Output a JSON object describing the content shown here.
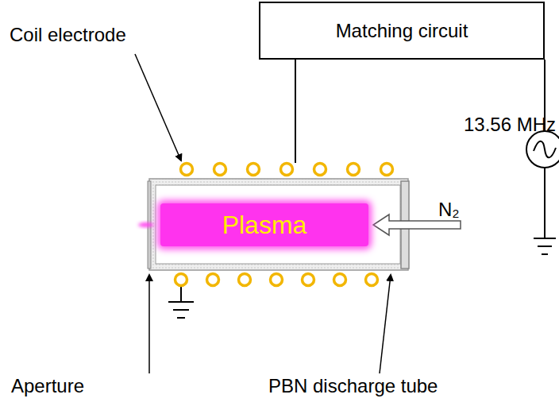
{
  "diagram": {
    "nodes": [
      {
        "text": [
          "Matching circuit"
        ]
      },
      {
        "text": [
          "Plasma"
        ]
      }
    ],
    "labels": [
      "Coil electrode",
      "13.56 MHz",
      "N₂",
      "Aperture",
      "PBN discharge tube"
    ]
  }
}
